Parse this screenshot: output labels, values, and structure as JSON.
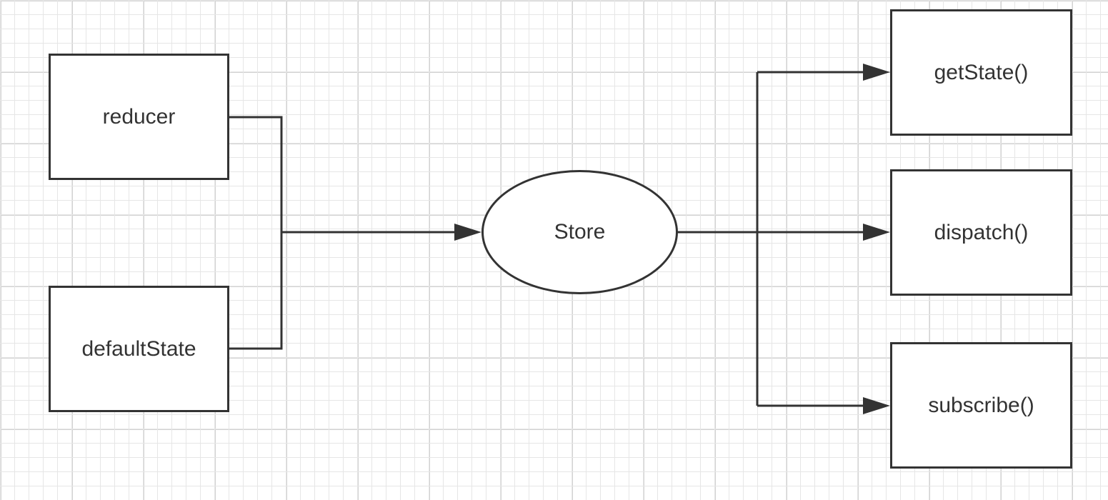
{
  "nodes": {
    "reducer": "reducer",
    "default_state": "defaultState",
    "store": "Store",
    "get_state": "getState()",
    "dispatch": "dispatch()",
    "subscribe": "subscribe()"
  },
  "colors": {
    "stroke": "#333333",
    "grid_minor": "#e6e6e6",
    "grid_major": "#d2d2d2",
    "background": "#ffffff"
  }
}
